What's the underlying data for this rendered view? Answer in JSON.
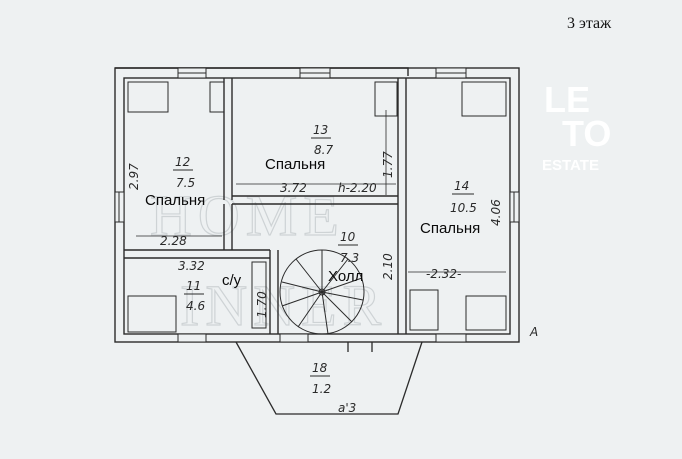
{
  "floor_label": "3 этаж",
  "rooms": {
    "r12": {
      "number": "12",
      "area": "7.5",
      "name": "Спальня"
    },
    "r13": {
      "number": "13",
      "area": "8.7",
      "name": "Спальня"
    },
    "r14": {
      "number": "14",
      "area": "10.5",
      "name": "Спальня"
    },
    "r10": {
      "number": "10",
      "area": "7.3",
      "name": "Холл"
    },
    "r11": {
      "number": "11",
      "area": "4.6",
      "name": "с/у"
    },
    "r18": {
      "number": "18",
      "area": "1.2"
    }
  },
  "dimensions": {
    "d_297": "2.97",
    "d_228": "2.28",
    "d_372": "3.72",
    "d_h220": "h-2.20",
    "d_177": "1.77",
    "d_406": "4.06",
    "d_332": "3.32",
    "d_170": "1.70",
    "d_210": "2.10",
    "d_232": "-2.32-"
  },
  "annotations": {
    "balcony_note": "a'3",
    "corner_mark": "A"
  },
  "logo": {
    "line1": "LE",
    "line2": "TO",
    "line3": "ESTATE"
  },
  "watermark": {
    "line1": "HOME",
    "line2": "INNER"
  }
}
